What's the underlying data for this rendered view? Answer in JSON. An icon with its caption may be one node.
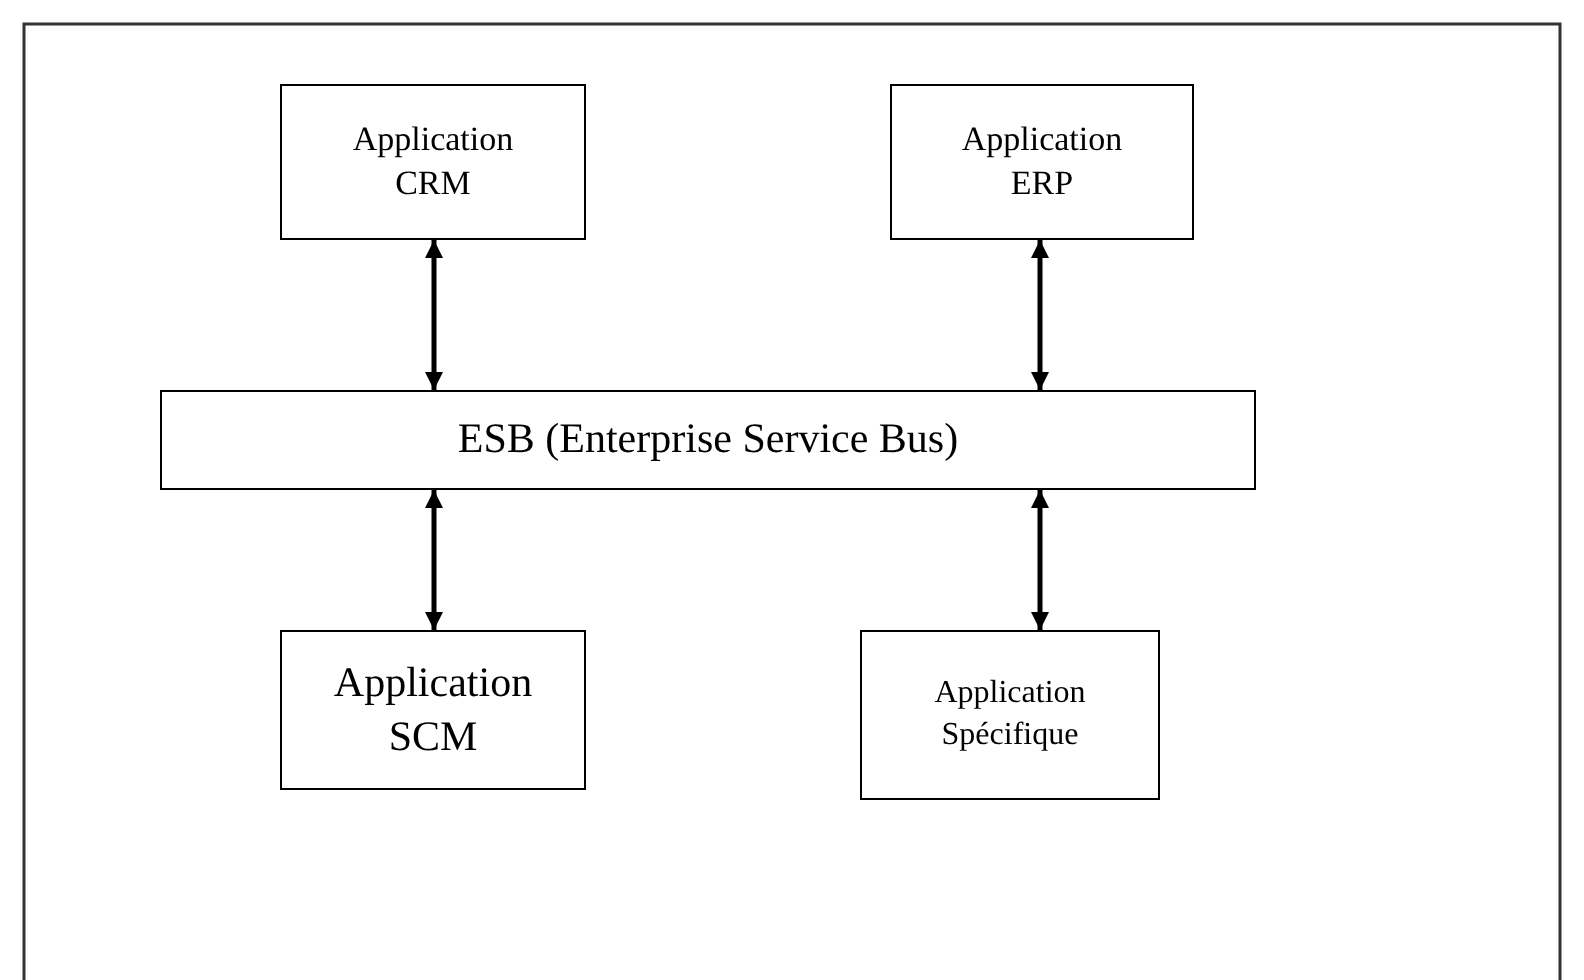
{
  "diagram": {
    "nodes": [
      {
        "text": [
          "Application CRM"
        ]
      },
      {
        "text": [
          "Application ERP"
        ]
      },
      {
        "text": [
          "ESB (Enterprise Service Bus)"
        ]
      },
      {
        "text": [
          "Application SCM"
        ]
      },
      {
        "text": [
          "Application Spécifique"
        ]
      }
    ],
    "edges": [
      {
        "from": 0,
        "to": 2,
        "arrow": "both"
      },
      {
        "from": 1,
        "to": 2,
        "arrow": "both"
      },
      {
        "from": 2,
        "to": 3,
        "arrow": "both"
      },
      {
        "from": 2,
        "to": 4,
        "arrow": "both"
      }
    ]
  }
}
